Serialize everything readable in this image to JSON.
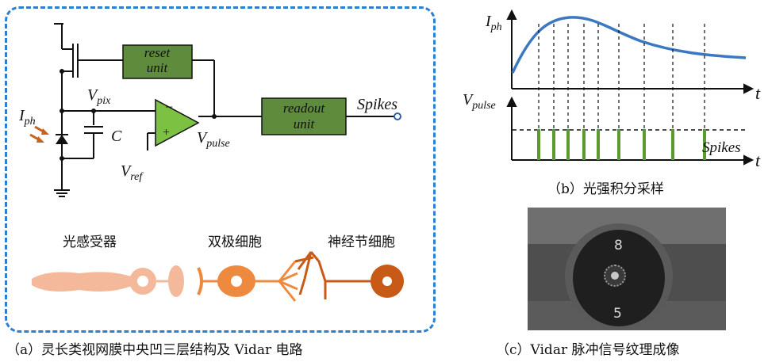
{
  "panel_a": {
    "caption": "（a）灵长类视网膜中央凹三层结构及 Vidar 电路",
    "circuit": {
      "reset_line1": "reset",
      "reset_line2": "unit",
      "readout_line1": "readout",
      "readout_line2": "unit",
      "v_pix_base": "V",
      "v_pix_sub": "pix",
      "i_ph_base": "I",
      "i_ph_sub": "ph",
      "c_label": "C",
      "v_ref_base": "V",
      "v_ref_sub": "ref",
      "v_pulse_base": "V",
      "v_pulse_sub": "pulse",
      "spikes": "Spikes",
      "opamp_minus": "−",
      "opamp_plus": "+"
    },
    "cells": {
      "photoreceptor": "光感受器",
      "bipolar": "双极细胞",
      "ganglion": "神经节细胞"
    },
    "colors": {
      "box_fill": "#5e8c3c",
      "border": "#2f7fd0",
      "opamp": "#7cc142",
      "cell_light": "#f3b99a",
      "cell_mid": "#ee8a3f",
      "cell_dark": "#c65a16"
    }
  },
  "panel_b": {
    "caption": "（b）光强积分采样",
    "i_ph_base": "I",
    "i_ph_sub": "ph",
    "v_pulse_base": "V",
    "v_pulse_sub": "pulse",
    "t_top": "t",
    "t_bottom": "t",
    "spikes": "Spikes",
    "colors": {
      "curve": "#3b78c2",
      "spike": "#5a9a2e"
    }
  },
  "panel_c": {
    "caption": "（c）Vidar 脉冲信号纹理成像",
    "digit_top": "8",
    "digit_bottom": "5"
  }
}
